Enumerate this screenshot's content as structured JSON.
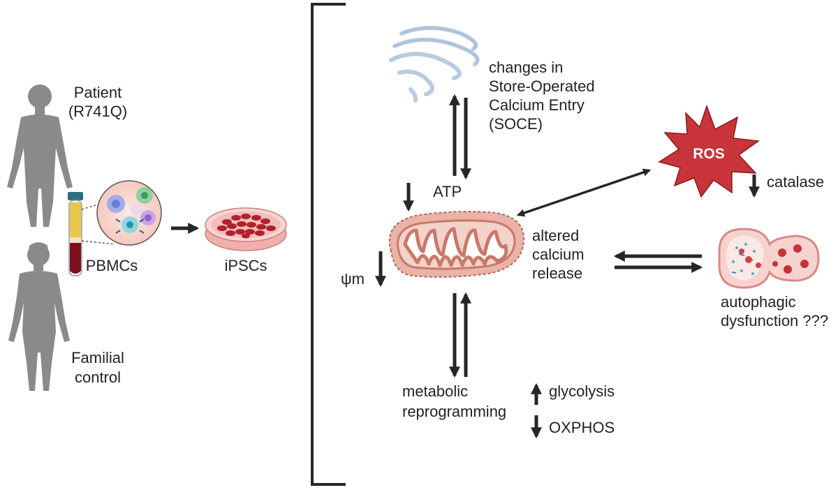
{
  "colors": {
    "figure": "#8a8a8a",
    "arrow": "#262626",
    "mito": "#c9786a",
    "mito_fill": "#e9b3a7",
    "er": "#b8cbe0",
    "ros": "#c8343a",
    "dish": "#e59595",
    "cell": "#b3202a"
  },
  "left": {
    "patient_label": "Patient",
    "patient_variant": "(R741Q)",
    "pbmc_label": "PBMCs",
    "ipsc_label": "iPSCs",
    "control_label_1": "Familial",
    "control_label_2": "control"
  },
  "soce": {
    "line1": "changes in",
    "line2": "Store-Operated",
    "line3": "Calcium Entry",
    "line4": "(SOCE)"
  },
  "atp_label": "ATP",
  "psi_label": "ψm",
  "calcium": {
    "line1": "altered",
    "line2": "calcium",
    "line3": "release"
  },
  "ros": {
    "label": "ROS",
    "catalase": "catalase"
  },
  "autophagy": {
    "line1": "autophagic",
    "line2": "dysfunction ???"
  },
  "metabolic": {
    "line1": "metabolic",
    "line2": "reprogramming",
    "glycolysis": "glycolysis",
    "oxphos": "OXPHOS"
  }
}
